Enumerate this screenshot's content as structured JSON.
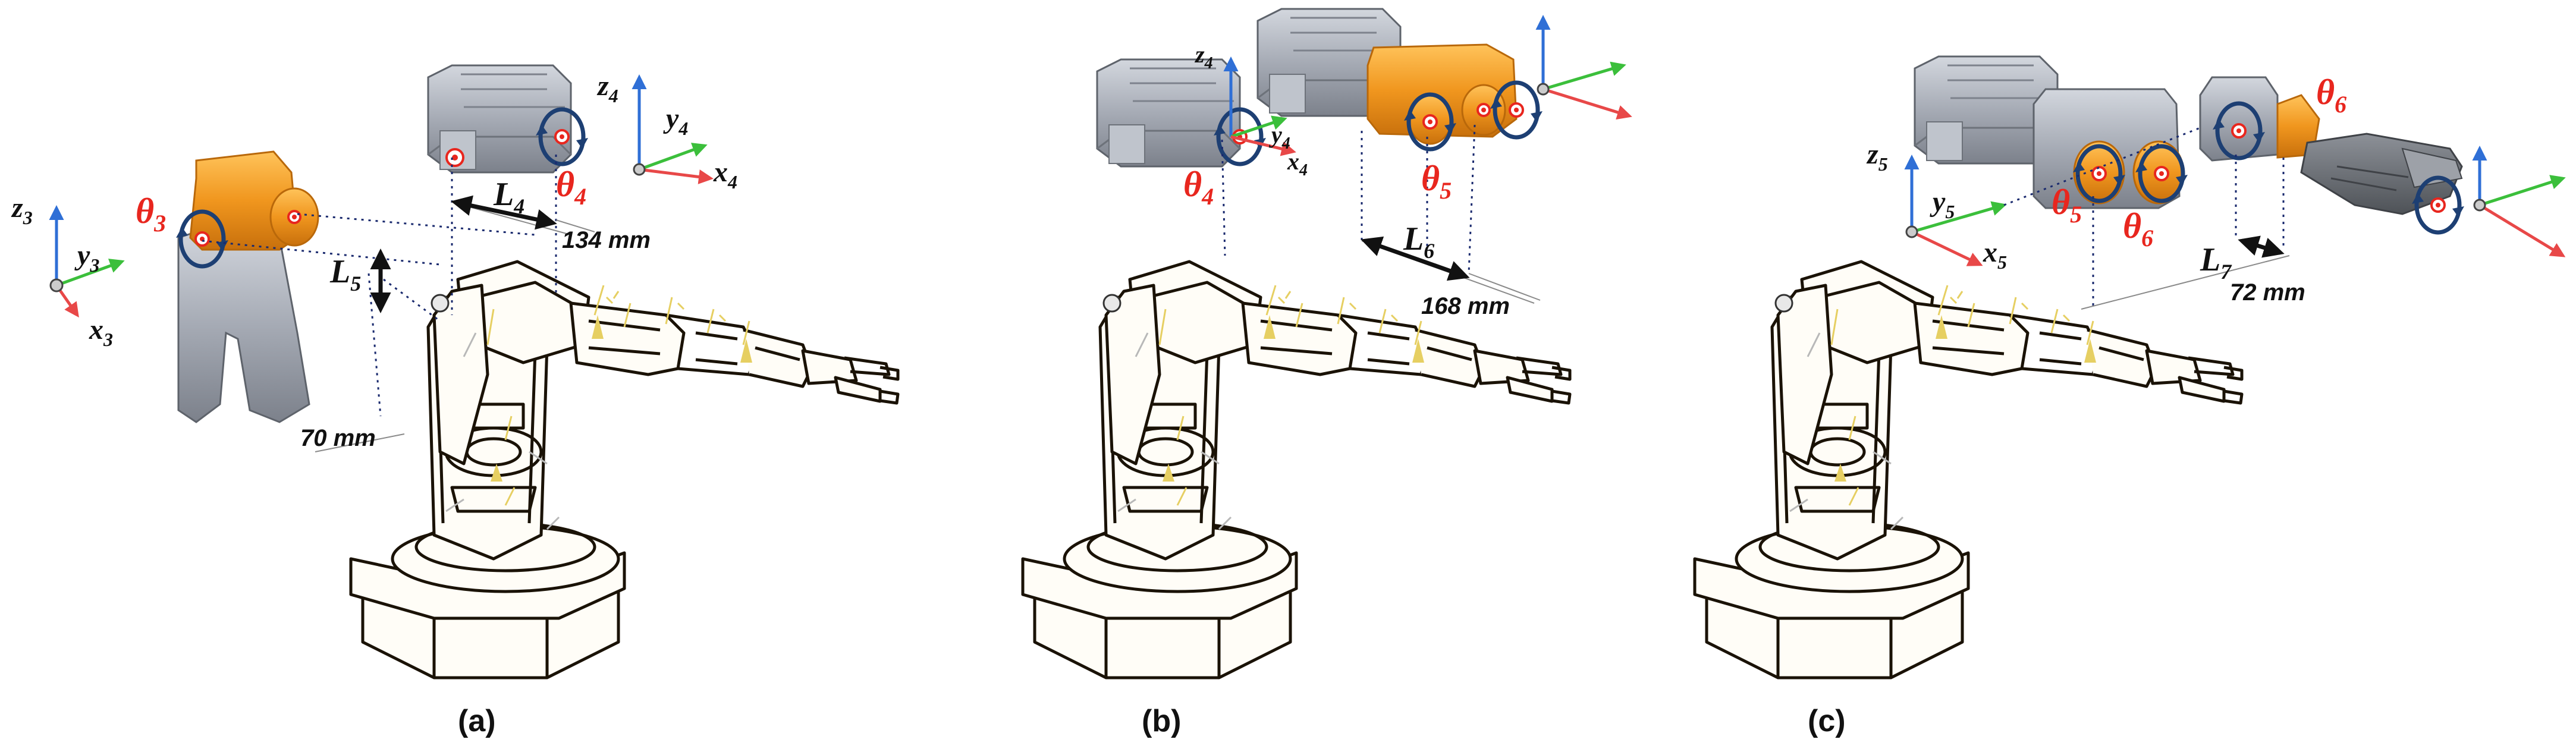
{
  "panels": [
    {
      "id": "a",
      "caption": "(a)",
      "frames": [
        {
          "z": "z",
          "z_sub": "3",
          "y": "y",
          "y_sub": "3",
          "x": "x",
          "x_sub": "3"
        },
        {
          "z": "z",
          "z_sub": "4",
          "y": "y",
          "y_sub": "4",
          "x": "x",
          "x_sub": "4"
        }
      ],
      "angles": [
        {
          "sym": "θ",
          "sub": "3"
        },
        {
          "sym": "θ",
          "sub": "4"
        }
      ],
      "lengths": [
        {
          "sym": "L",
          "sub": "4"
        },
        {
          "sym": "L",
          "sub": "5"
        }
      ],
      "dims": [
        "134 mm",
        "70 mm"
      ]
    },
    {
      "id": "b",
      "caption": "(b)",
      "frames": [
        {
          "z": "z",
          "z_sub": "4",
          "y": "y",
          "y_sub": "4",
          "x": "x",
          "x_sub": "4"
        }
      ],
      "angles": [
        {
          "sym": "θ",
          "sub": "4"
        },
        {
          "sym": "θ",
          "sub": "5"
        }
      ],
      "lengths": [
        {
          "sym": "L",
          "sub": "6"
        }
      ],
      "dims": [
        "168 mm"
      ]
    },
    {
      "id": "c",
      "caption": "(c)",
      "frames": [
        {
          "z": "z",
          "z_sub": "5",
          "y": "y",
          "y_sub": "5",
          "x": "x",
          "x_sub": "5"
        }
      ],
      "angles": [
        {
          "sym": "θ",
          "sub": "5"
        },
        {
          "sym": "θ",
          "sub": "6"
        },
        {
          "sym": "θ",
          "sub": "6"
        }
      ],
      "lengths": [
        {
          "sym": "L",
          "sub": "7"
        }
      ],
      "dims": [
        "72 mm"
      ]
    }
  ],
  "colors": {
    "z_axis": "#2f6fd6",
    "y_axis": "#3bbf3b",
    "x_axis": "#e84848",
    "angle_label": "#e8261e",
    "orange_part": "#f0961e",
    "grey_part": "#a9aeb8",
    "dark_part": "#6b6f75",
    "outline": "#1a1206",
    "rotation_arrow": "#1d3f73"
  }
}
